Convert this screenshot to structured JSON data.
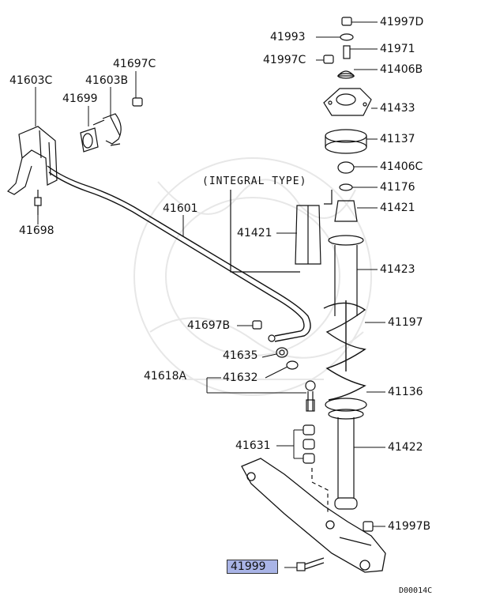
{
  "diagram": {
    "parts": {
      "p41603C": "41603C",
      "p41603B": "41603B",
      "p41697C": "41697C",
      "p41699": "41699",
      "p41698": "41698",
      "p41601": "41601",
      "p41697B": "41697B",
      "p41635": "41635",
      "p41618A": "41618A",
      "p41632": "41632",
      "p41631": "41631",
      "p41999": "41999",
      "p41997D": "41997D",
      "p41993": "41993",
      "p41971": "41971",
      "p41997C": "41997C",
      "p41406B": "41406B",
      "p41433": "41433",
      "p41137": "41137",
      "p41406C": "41406C",
      "p41176": "41176",
      "p41421a": "41421",
      "p41421b": "41421",
      "p41423": "41423",
      "p41197": "41197",
      "p41136": "41136",
      "p41422": "41422",
      "p41997B": "41997B"
    },
    "integral_type": "(INTEGRAL TYPE)",
    "drawing_code": "D00014C",
    "highlight_color": "#a9b4e6"
  }
}
